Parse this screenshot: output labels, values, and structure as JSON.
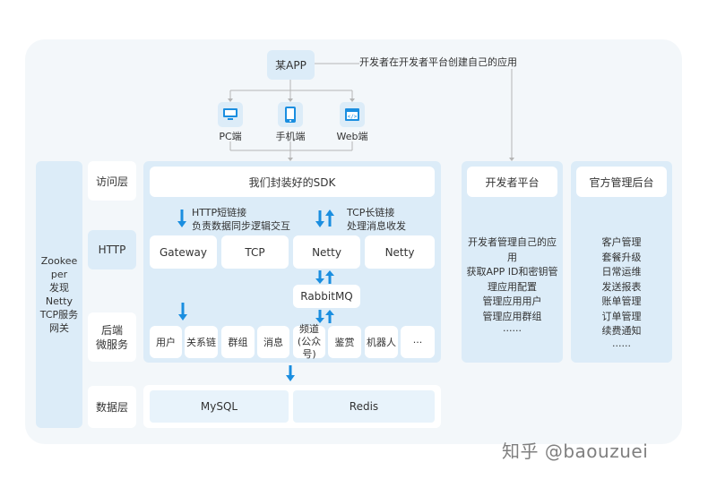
{
  "app": {
    "label": "某APP",
    "note": "开发者在开发者平台创建自己的应用"
  },
  "clients": [
    {
      "label": "PC端",
      "icon": "pc-icon"
    },
    {
      "label": "手机端",
      "icon": "phone-icon"
    },
    {
      "label": "Web端",
      "icon": "web-icon"
    }
  ],
  "left_bar": {
    "lines": [
      "Zookee",
      "per",
      "发现",
      "Netty",
      "TCP服务",
      "网关"
    ]
  },
  "layers": {
    "access": "访问层",
    "http": "HTTP",
    "backend": [
      "后端",
      "微服务"
    ],
    "data": "数据层"
  },
  "sdk": "我们封装好的SDK",
  "http_note": [
    "HTTP短链接",
    "负责数据同步逻辑交互"
  ],
  "tcp_note": [
    "TCP长链接",
    "处理消息收发"
  ],
  "gateways": [
    "Gateway",
    "TCP",
    "Netty",
    "Netty"
  ],
  "rabbitmq": "RabbitMQ",
  "services": [
    {
      "label": "用户"
    },
    {
      "label": "关系链"
    },
    {
      "label": "群组"
    },
    {
      "label": "消息"
    },
    {
      "label": "频道",
      "sub": "(公众号)"
    },
    {
      "label": "鉴赏"
    },
    {
      "label": "机器人"
    },
    {
      "label": "···"
    }
  ],
  "databases": [
    "MySQL",
    "Redis"
  ],
  "dev_platform": {
    "title": "开发者平台",
    "lines": [
      "开发者管理自己的应",
      "用",
      "获取APP ID和密钥管",
      "理应用配置",
      "管理应用用户",
      "管理应用群组",
      "······"
    ]
  },
  "admin": {
    "title": "官方管理后台",
    "lines": [
      "客户管理",
      "套餐升级",
      "日常运维",
      "发送报表",
      "账单管理",
      "订单管理",
      "续费通知",
      "······"
    ]
  },
  "watermark": "知乎 @baouzuei",
  "colors": {
    "accent": "#1a8ee0",
    "panel": "#dcecf8",
    "line": "#b5b5b5"
  }
}
